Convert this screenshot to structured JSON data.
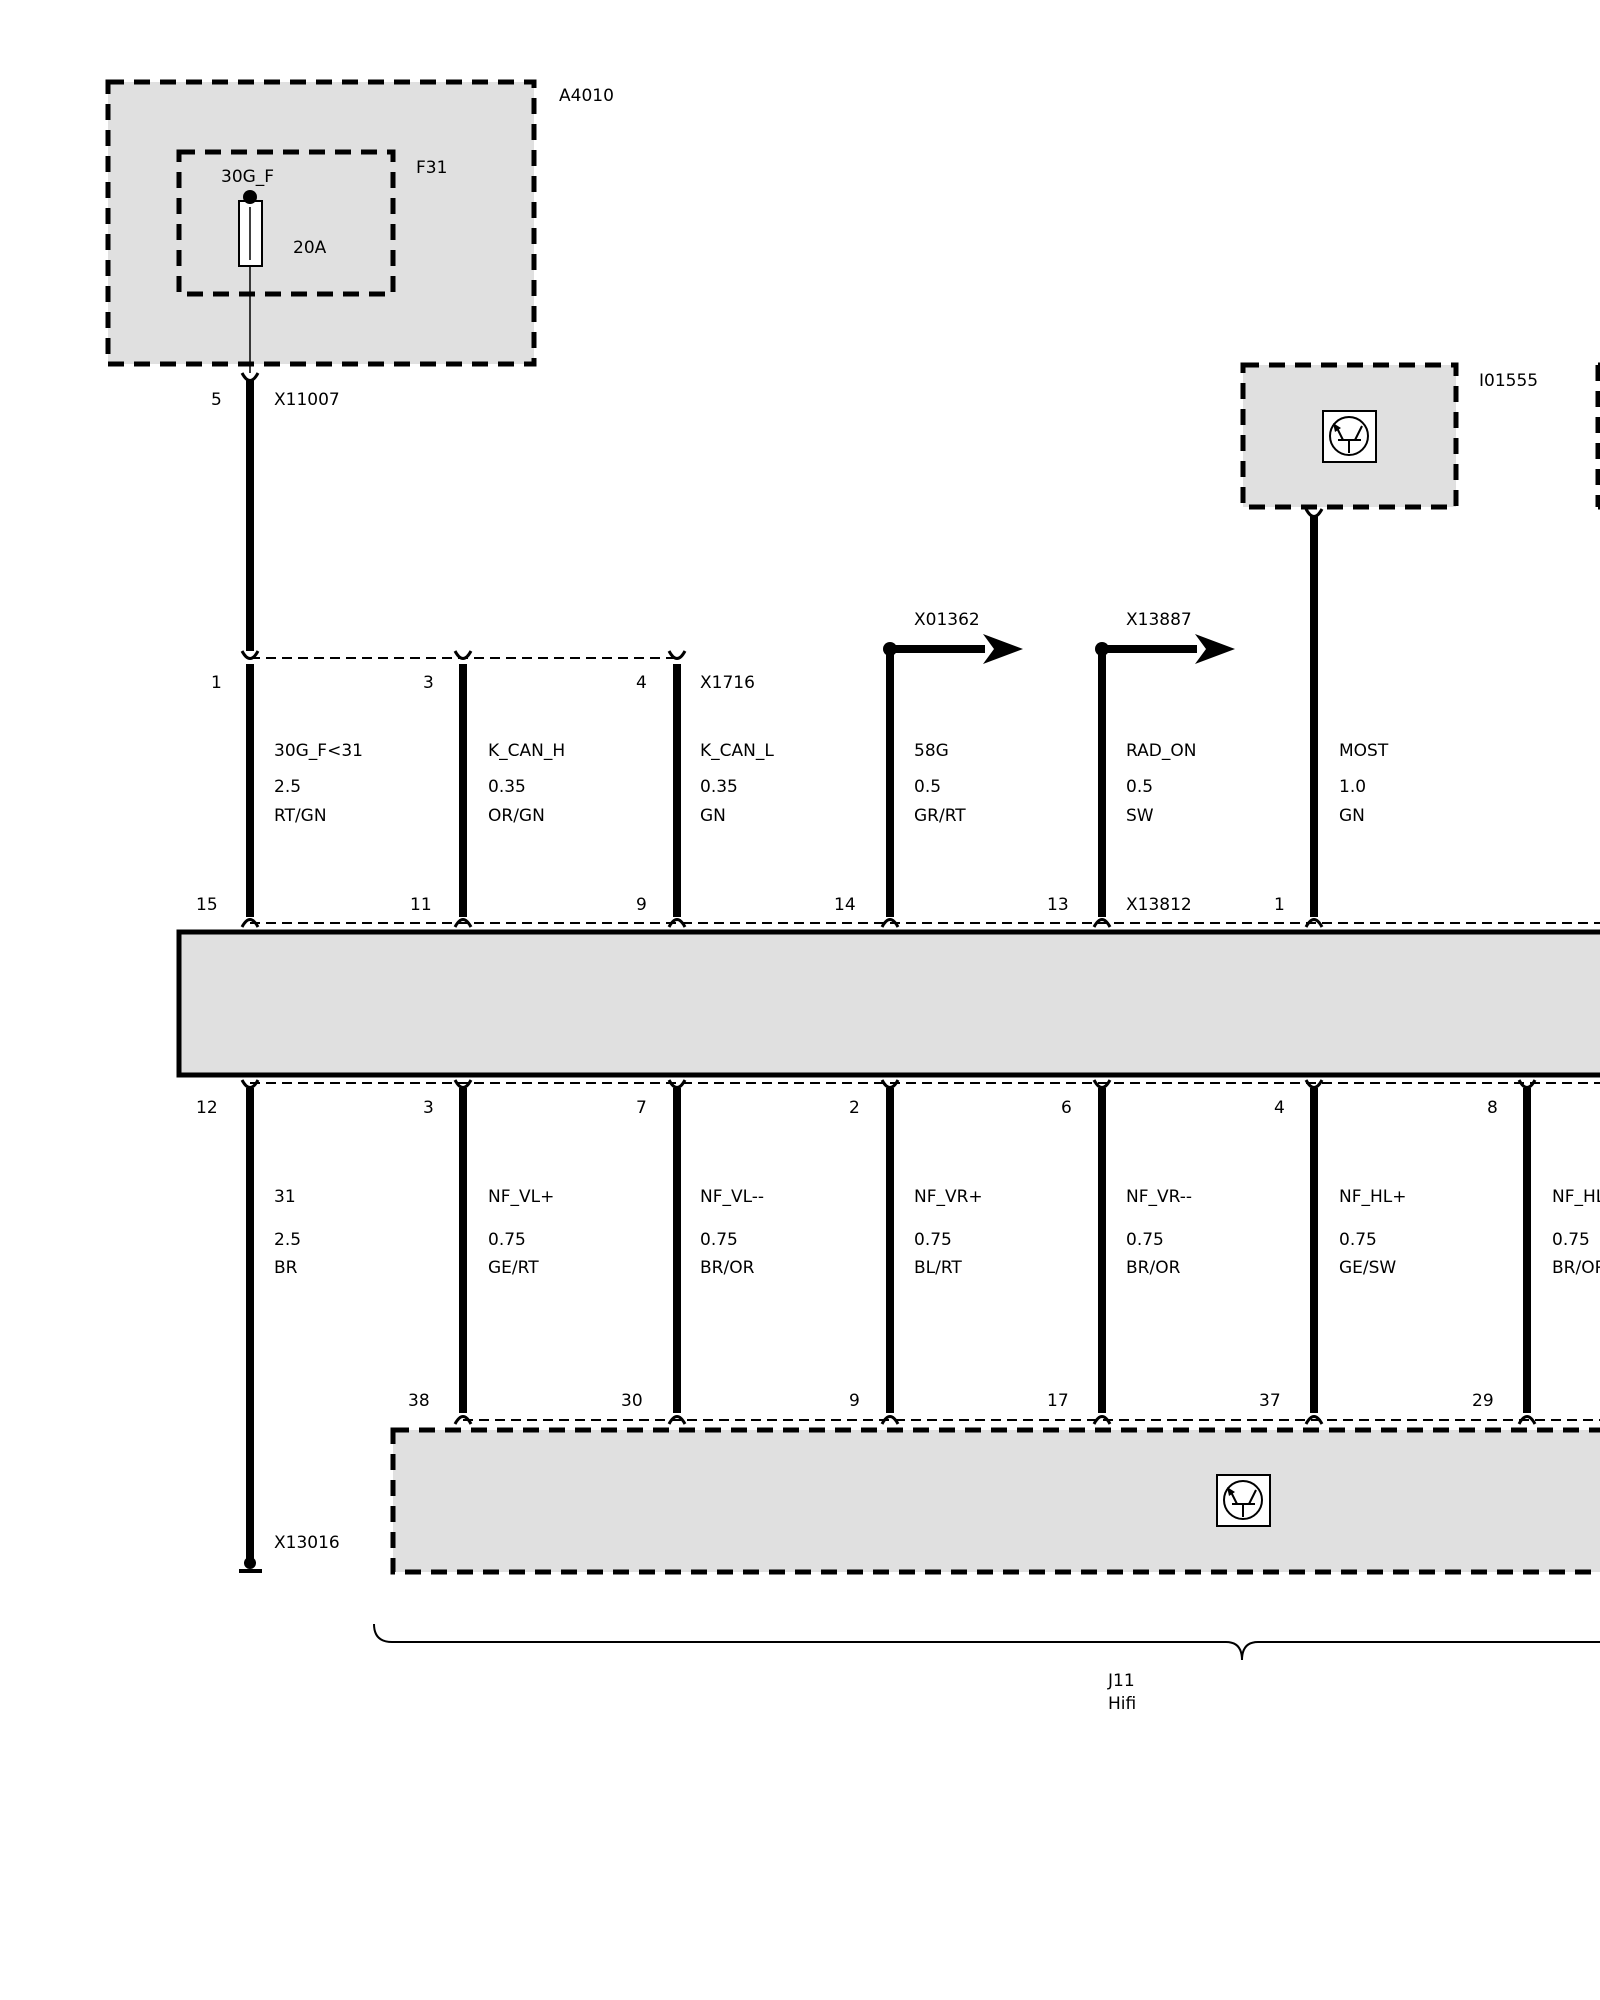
{
  "components": {
    "fuse_module": "A4010",
    "fuse_box": "F31",
    "fuse_terminal": "30G_F",
    "fuse_rating": "20A",
    "most_unit": "I01555",
    "harness_label": "J11",
    "harness_sublabel": "Hifi"
  },
  "connectors": {
    "fuse_out": "X11007",
    "upper": "X1716",
    "branch_58g": "X01362",
    "branch_radon": "X13887",
    "main": "X13812",
    "ground": "X13016"
  },
  "pins": {
    "fuse_out": "5",
    "upper": [
      "1",
      "3",
      "4"
    ],
    "main_top": [
      "15",
      "11",
      "9",
      "14",
      "13",
      "1"
    ],
    "main_bottom": [
      "12",
      "3",
      "7",
      "2",
      "6",
      "4",
      "8"
    ],
    "amp": [
      "38",
      "30",
      "9",
      "17",
      "37",
      "29"
    ]
  },
  "wires_upper": [
    {
      "signal": "30G_F<31",
      "gauge": "2.5",
      "color": "RT/GN"
    },
    {
      "signal": "K_CAN_H",
      "gauge": "0.35",
      "color": "OR/GN"
    },
    {
      "signal": "K_CAN_L",
      "gauge": "0.35",
      "color": "GN"
    },
    {
      "signal": "58G",
      "gauge": "0.5",
      "color": "GR/RT"
    },
    {
      "signal": "RAD_ON",
      "gauge": "0.5",
      "color": "SW"
    },
    {
      "signal": "MOST",
      "gauge": "1.0",
      "color": "GN"
    }
  ],
  "wires_lower": [
    {
      "signal": "31",
      "gauge": "2.5",
      "color": "BR"
    },
    {
      "signal": "NF_VL+",
      "gauge": "0.75",
      "color": "GE/RT"
    },
    {
      "signal": "NF_VL--",
      "gauge": "0.75",
      "color": "BR/OR"
    },
    {
      "signal": "NF_VR+",
      "gauge": "0.75",
      "color": "BL/RT"
    },
    {
      "signal": "NF_VR--",
      "gauge": "0.75",
      "color": "BR/OR"
    },
    {
      "signal": "NF_HL+",
      "gauge": "0.75",
      "color": "GE/SW"
    },
    {
      "signal": "NF_HL",
      "gauge": "0.75",
      "color": "BR/OR"
    }
  ],
  "colors": {
    "component_fill": "#e0e0e0",
    "line": "#000000"
  }
}
